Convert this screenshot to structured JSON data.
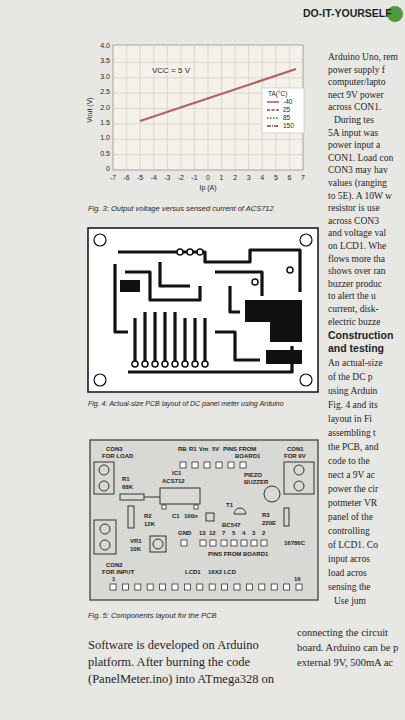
{
  "diagram": {
    "labels": [
      "DO-IT-YOURSELF",
      "Arduino Uno, rem",
      "power supply f",
      "computer/lapto",
      "nect 9V power",
      "across CON1.",
      "During tes",
      "5A input was",
      "power input a",
      "CON1. Load con",
      "CON3 may hav",
      "values (ranging",
      "to 5E). A 10W w",
      "resistor is use",
      "across CON3",
      "and voltage val",
      "on LCD1. Whe",
      "flows more tha",
      "shows over ran",
      "buzzer produc",
      "to alert the u",
      "current, disk-",
      "electric buzze",
      "Construction",
      "and testing",
      "An actual-size",
      "of the DC p",
      "using Arduin",
      "Fig. 4 and its",
      "layout in Fi",
      "assembling t",
      "the PCB, and",
      "code to the",
      "nect a 9V ac",
      "power the cir",
      "potmeter VR",
      "panel of the",
      "controlling",
      "of LCD1. Co",
      "input acros",
      "load acros",
      "sensing the",
      "Use jum",
      "4.0",
      "3.5",
      "3.0",
      "2.5",
      "2.0",
      "1.5",
      "1.0",
      "0.5",
      "0",
      "Vout (V)",
      "-7",
      "-6",
      "-5",
      "-4",
      "-3",
      "-2",
      "-1",
      "0",
      "1",
      "2",
      "3",
      "4",
      "5",
      "6",
      "7",
      "Ip (A)",
      "VCC = 5 V",
      "TA(°C)",
      "Fig. 3: Output voltage versus sensed current of ACS712",
      "Fig. 4: Actual-size PCB layout of DC panel meter using Arduino",
      "CON3",
      "FOR LOAD",
      "RB",
      "R1",
      "Vm",
      "5V",
      "PINS FROM",
      "BOARD1",
      "CON1",
      "FOR 9V",
      "IC1",
      "ACS712",
      "R1",
      "68K",
      "PIEZO",
      "BUZZER",
      "R2",
      "12K",
      "C1",
      "100n",
      "T1",
      "BC547",
      "R3",
      "220E",
      "GND",
      "13",
      "12",
      "7",
      "5",
      "4",
      "3",
      "2",
      "PINS FROM BOARD1",
      "VR1",
      "10K",
      "CON2",
      "FOR INPUT",
      "1",
      "LCD1",
      "16X2 LCD",
      "16",
      "16786C",
      "Fig. 5: Components layout for the PCB",
      "Software is developed on Arduino",
      "platform. After burning the code",
      "(PanelMeter.ino) into ATmega328 on",
      "connecting the circuit",
      "board. Arduino can be p",
      "external 9V, 500mA ac"
    ],
    "legend": [
      {
        "text": "-40"
      },
      {
        "text": "25"
      },
      {
        "text": "85"
      },
      {
        "text": "150"
      }
    ]
  }
}
